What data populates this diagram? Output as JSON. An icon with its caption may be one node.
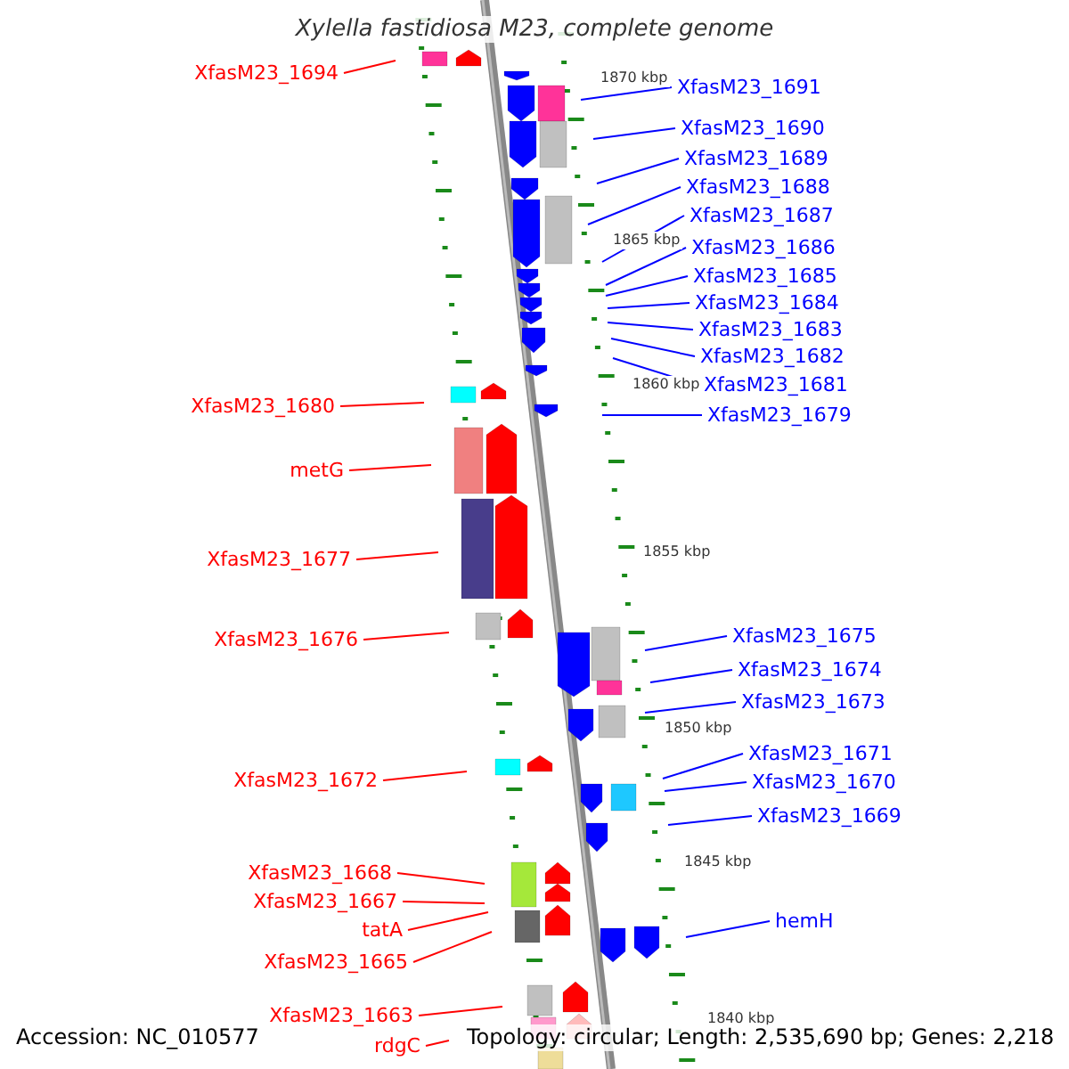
{
  "diagram": {
    "title": "Xylella fastidiosa M23, complete genome",
    "nodes": [
      {
        "text": [
          "XfasM23_1694"
        ]
      },
      {
        "text": [
          "XfasM23_1691"
        ]
      },
      {
        "text": [
          "XfasM23_1690"
        ]
      },
      {
        "text": [
          "XfasM23_1689"
        ]
      },
      {
        "text": [
          "XfasM23_1688"
        ]
      },
      {
        "text": [
          "XfasM23_1687"
        ]
      },
      {
        "text": [
          "XfasM23_1686"
        ]
      },
      {
        "text": [
          "XfasM23_1685"
        ]
      },
      {
        "text": [
          "XfasM23_1684"
        ]
      },
      {
        "text": [
          "XfasM23_1683"
        ]
      },
      {
        "text": [
          "XfasM23_1682"
        ]
      },
      {
        "text": [
          "XfasM23_1681"
        ]
      },
      {
        "text": [
          "XfasM23_1680"
        ]
      },
      {
        "text": [
          "XfasM23_1679"
        ]
      },
      {
        "text": [
          "metG"
        ]
      },
      {
        "text": [
          "XfasM23_1677"
        ]
      },
      {
        "text": [
          "XfasM23_1675"
        ]
      },
      {
        "text": [
          "XfasM23_1676"
        ]
      },
      {
        "text": [
          "XfasM23_1674"
        ]
      },
      {
        "text": [
          "XfasM23_1673"
        ]
      },
      {
        "text": [
          "XfasM23_1671"
        ]
      },
      {
        "text": [
          "XfasM23_1672"
        ]
      },
      {
        "text": [
          "XfasM23_1670"
        ]
      },
      {
        "text": [
          "XfasM23_1669"
        ]
      },
      {
        "text": [
          "XfasM23_1668"
        ]
      },
      {
        "text": [
          "XfasM23_1667"
        ]
      },
      {
        "text": [
          "hemH"
        ]
      },
      {
        "text": [
          "tatA"
        ]
      },
      {
        "text": [
          "XfasM23_1665"
        ]
      },
      {
        "text": [
          "XfasM23_1663"
        ]
      },
      {
        "text": [
          "rdgC"
        ]
      }
    ],
    "edges": [
      {
        "from": 0,
        "to": null,
        "arrow": "none",
        "color": "#ff0000"
      },
      {
        "from": 1,
        "to": null,
        "arrow": "none"
      },
      {
        "from": 2,
        "to": null,
        "arrow": "none"
      },
      {
        "from": 3,
        "to": null,
        "arrow": "none"
      },
      {
        "from": 4,
        "to": null,
        "arrow": "none"
      },
      {
        "from": 5,
        "to": null,
        "arrow": "none"
      },
      {
        "from": 6,
        "to": null,
        "arrow": "none"
      },
      {
        "from": 7,
        "to": null,
        "arrow": "none"
      },
      {
        "from": 8,
        "to": null,
        "arrow": "none"
      },
      {
        "from": 9,
        "to": null,
        "arrow": "none"
      },
      {
        "from": 10,
        "to": null,
        "arrow": "none"
      },
      {
        "from": 11,
        "to": null,
        "arrow": "none"
      },
      {
        "from": 12,
        "to": null,
        "arrow": "none",
        "color": "#ff0000"
      },
      {
        "from": 13,
        "to": null,
        "arrow": "none"
      },
      {
        "from": 14,
        "to": null,
        "arrow": "none",
        "color": "#ff0000"
      },
      {
        "from": 15,
        "to": null,
        "arrow": "none",
        "color": "#ff0000"
      },
      {
        "from": 16,
        "to": null,
        "arrow": "none"
      },
      {
        "from": 17,
        "to": null,
        "arrow": "none",
        "color": "#ff0000"
      },
      {
        "from": 18,
        "to": null,
        "arrow": "none"
      },
      {
        "from": 19,
        "to": null,
        "arrow": "none"
      },
      {
        "from": 20,
        "to": null,
        "arrow": "none"
      },
      {
        "from": 21,
        "to": null,
        "arrow": "none",
        "color": "#ff0000"
      },
      {
        "from": 22,
        "to": null,
        "arrow": "none"
      },
      {
        "from": 23,
        "to": null,
        "arrow": "none"
      },
      {
        "from": 24,
        "to": null,
        "arrow": "none",
        "color": "#ff0000"
      },
      {
        "from": 25,
        "to": null,
        "arrow": "none",
        "color": "#ff0000"
      },
      {
        "from": 26,
        "to": null,
        "arrow": "none"
      },
      {
        "from": 27,
        "to": null,
        "arrow": "none",
        "color": "#ff0000"
      },
      {
        "from": 28,
        "to": null,
        "arrow": "none",
        "color": "#ff0000"
      },
      {
        "from": 29,
        "to": null,
        "arrow": "none",
        "color": "#ff0000"
      },
      {
        "from": 30,
        "to": null,
        "arrow": "none",
        "color": "#ff0000"
      }
    ],
    "labels": [
      "1870 kbp",
      "1865 kbp",
      "1860 kbp",
      "1855 kbp",
      "1850 kbp",
      "1845 kbp",
      "1840 kbp",
      "Accession: NC_010577",
      "Topology: circular; Length: 2,535,690 bp; Genes: 2,218"
    ]
  }
}
